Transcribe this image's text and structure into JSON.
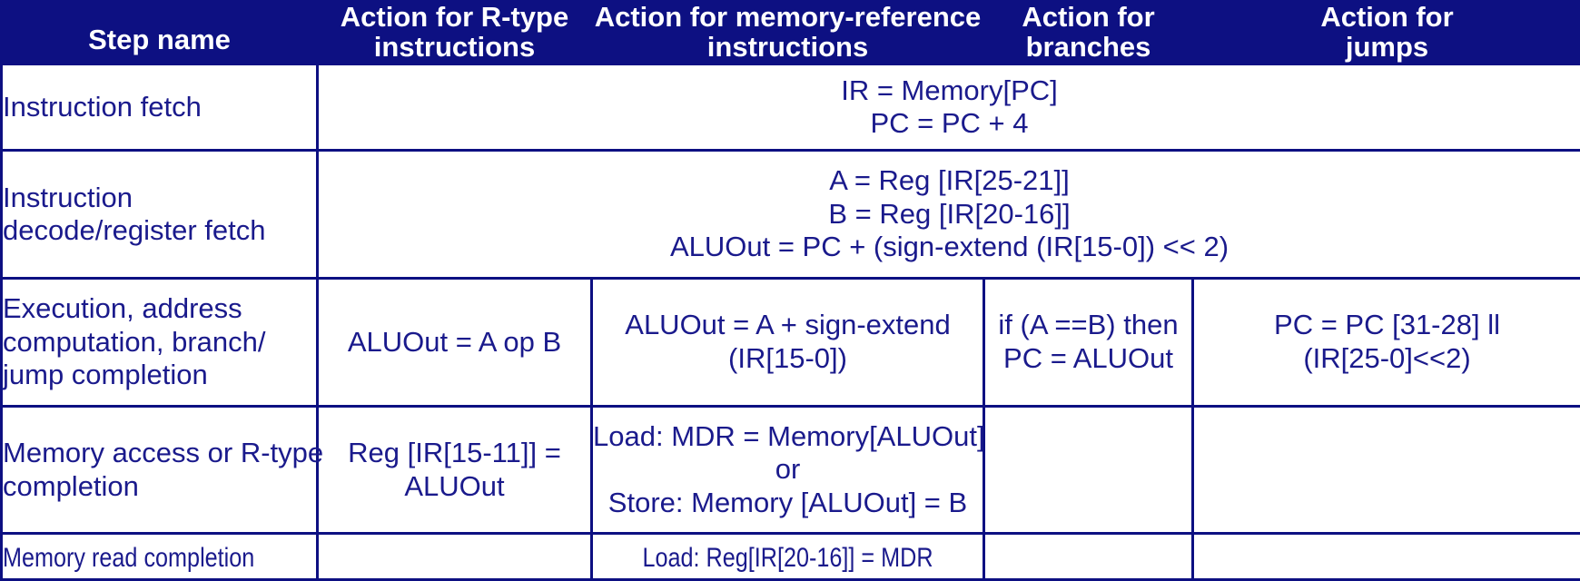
{
  "table": {
    "headers": [
      "Step name",
      "Action for R-type instructions",
      "Action for memory-reference instructions",
      "Action for branches",
      "Action for jumps"
    ],
    "header_lines": {
      "step_name": "Step name",
      "rtype_line1": "Action for R-type",
      "rtype_line2": "instructions",
      "memref_line1": "Action for memory-reference",
      "memref_line2": "instructions",
      "branches_line1": "Action for",
      "branches_line2": "branches",
      "jumps_line1": "Action for",
      "jumps_line2": "jumps"
    },
    "colors": {
      "header_background": "#0d1082",
      "header_text": "#ffffff",
      "body_text": "#1a1a8c",
      "border": "#0d1082",
      "page_background": "#ffffff"
    },
    "rows": [
      {
        "step_name": "Instruction fetch",
        "merged": true,
        "merged_lines": [
          "IR = Memory[PC]",
          "PC = PC + 4"
        ]
      },
      {
        "step_name_lines": [
          "Instruction",
          "decode/register fetch"
        ],
        "merged": true,
        "merged_lines": [
          "A = Reg [IR[25-21]]",
          "B = Reg [IR[20-16]]",
          "ALUOut = PC + (sign-extend (IR[15-0]) << 2)"
        ]
      },
      {
        "step_name_lines": [
          "Execution, address",
          "computation, branch/",
          "jump completion"
        ],
        "merged": false,
        "rtype_lines": [
          "ALUOut = A op B"
        ],
        "memref_lines": [
          "ALUOut = A + sign-extend",
          "(IR[15-0])"
        ],
        "branches_lines": [
          "if (A ==B) then",
          "PC = ALUOut"
        ],
        "jumps_lines": [
          "PC = PC [31-28] ll",
          "(IR[25-0]<<2)"
        ]
      },
      {
        "step_name_lines": [
          "Memory access or R-type",
          "completion"
        ],
        "merged": false,
        "rtype_lines": [
          "Reg [IR[15-11]] =",
          "ALUOut"
        ],
        "memref_lines": [
          "Load: MDR = Memory[ALUOut]",
          "or",
          "Store: Memory [ALUOut] = B"
        ],
        "branches_lines": [],
        "jumps_lines": []
      },
      {
        "step_name_lines": [
          "Memory read completion"
        ],
        "merged": false,
        "rtype_lines": [],
        "memref_lines": [
          "Load: Reg[IR[20-16]] = MDR"
        ],
        "branches_lines": [],
        "jumps_lines": []
      }
    ]
  }
}
